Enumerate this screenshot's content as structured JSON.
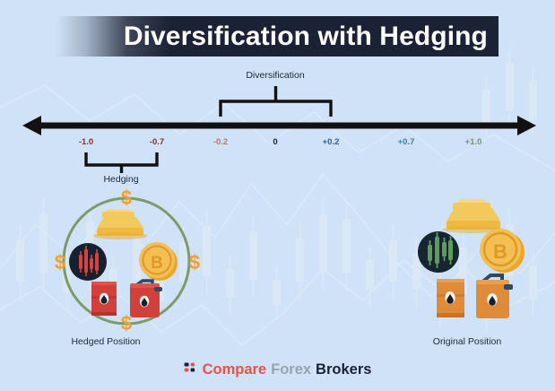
{
  "meta": {
    "background_color": "#cfe2f7",
    "title_bar_color": "#1b2236"
  },
  "header": {
    "title": "Diversification with Hedging"
  },
  "axis": {
    "name": "correlation-axis",
    "arrow_color": "#111111",
    "left_value": -1.0,
    "right_value": 1.0,
    "ticks": [
      {
        "label": "-1.0",
        "value": -1.0,
        "color": "#8c2f2f"
      },
      {
        "label": "-0.7",
        "value": -0.7,
        "color": "#8c2f2f"
      },
      {
        "label": "-0.2",
        "value": -0.2,
        "color": "#c4766a"
      },
      {
        "label": "0",
        "value": 0.0,
        "color": "#1b2236"
      },
      {
        "label": "+0.2",
        "value": 0.2,
        "color": "#2f5f9e"
      },
      {
        "label": "+0.7",
        "value": 0.7,
        "color": "#3f7fa8"
      },
      {
        "label": "+1.0",
        "value": 1.0,
        "color": "#6f9a78"
      }
    ]
  },
  "brackets": [
    {
      "name": "diversification-bracket",
      "label": "Diversification",
      "from_value": -0.2,
      "to_value": 0.2,
      "side": "above"
    },
    {
      "name": "hedging-bracket",
      "label": "Hedging",
      "from_value": -1.0,
      "to_value": -0.7,
      "side": "below"
    }
  ],
  "groups": {
    "hedged": {
      "caption": "Hedged Position",
      "ring_color": "#7d9b6a",
      "dollar_color": "#f0a030",
      "dollar_signs": [
        "$",
        "$",
        "$",
        "$"
      ],
      "assets": [
        {
          "name": "gold-bars-icon",
          "label": "Gold",
          "color": "#f0c04e"
        },
        {
          "name": "stock-chart-icon",
          "label": "Stocks",
          "color": "#d9413f"
        },
        {
          "name": "bitcoin-coin-icon",
          "label": "Bitcoin",
          "color": "#f3b53c"
        },
        {
          "name": "oil-barrel-icon",
          "label": "Oil Barrel",
          "color": "#d0413c"
        },
        {
          "name": "jerry-can-icon",
          "label": "Oil Can",
          "color": "#d0413c"
        }
      ]
    },
    "original": {
      "caption": "Original Position",
      "assets": [
        {
          "name": "gold-bars-icon",
          "label": "Gold",
          "color": "#f0c04e"
        },
        {
          "name": "stock-chart-icon",
          "label": "Stocks",
          "color": "#5e9c5e"
        },
        {
          "name": "bitcoin-coin-icon",
          "label": "Bitcoin",
          "color": "#f3b53c"
        },
        {
          "name": "oil-barrel-icon",
          "label": "Oil Barrel",
          "color": "#e08b3a"
        },
        {
          "name": "jerry-can-icon",
          "label": "Oil Can",
          "color": "#e08b3a"
        }
      ]
    }
  },
  "footer": {
    "logo_part_1": "Compare",
    "logo_part_2": "Forex",
    "logo_part_3": "Brokers",
    "logo_color_1": "#e8524b",
    "logo_color_2": "#9aa3ae",
    "logo_color_3": "#1b2236"
  }
}
